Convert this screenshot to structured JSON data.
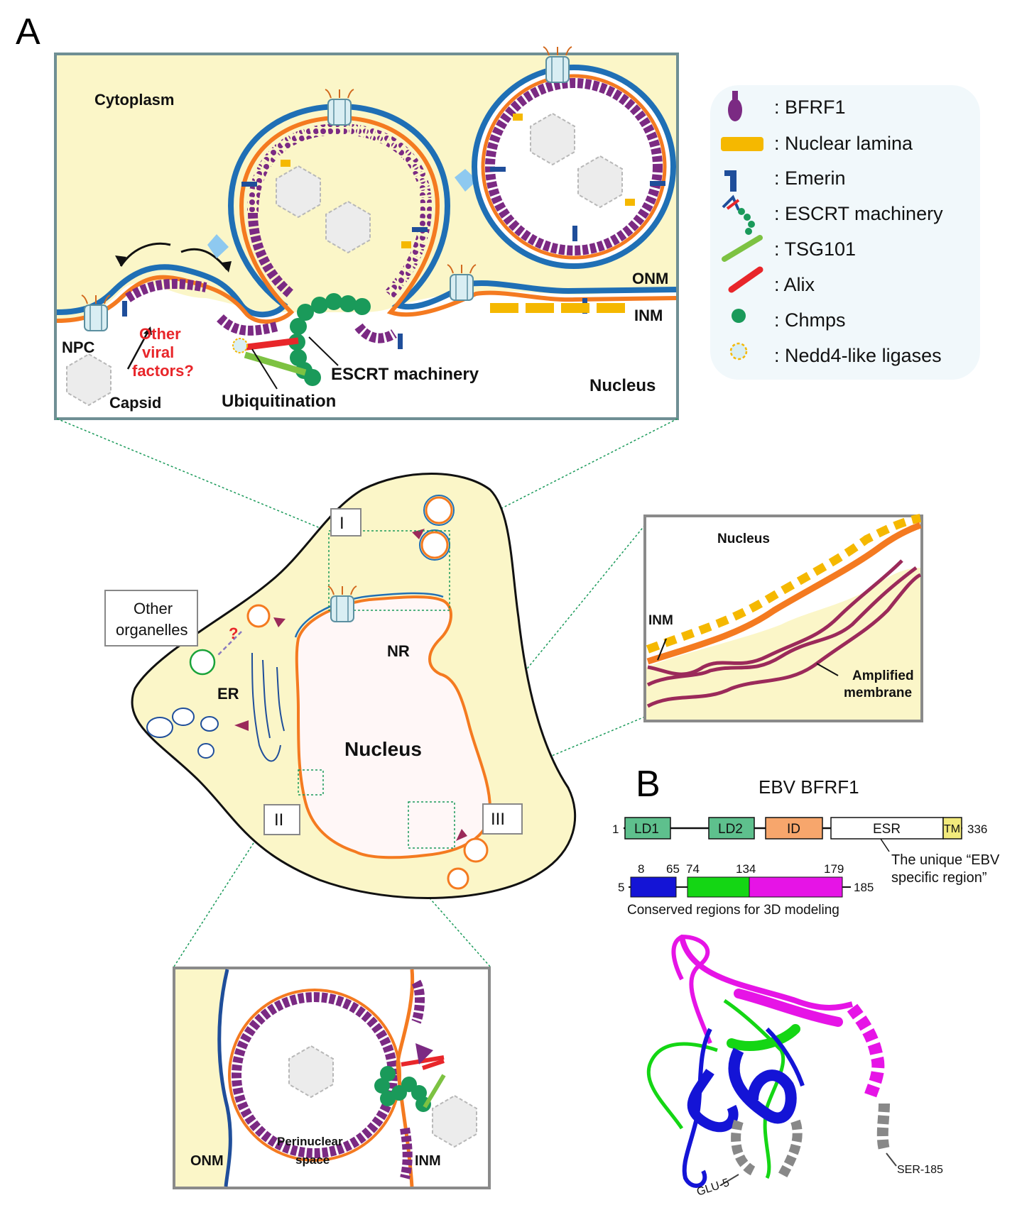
{
  "panelA": {
    "letter": "A",
    "top": {
      "cytoplasm": "Cytoplasm",
      "nucleus": "Nucleus",
      "onm": "ONM",
      "inm": "INM",
      "npc": "NPC",
      "capsid": "Capsid",
      "other_viral_1": "Other",
      "other_viral_2": "viral",
      "other_viral_3": "factors?",
      "escrt": "ESCRT machinery",
      "ubiq": "Ubiquitination"
    },
    "legend": [
      {
        "label": ": BFRF1",
        "icon": "bfrf1-icon",
        "color": "#7b2a83"
      },
      {
        "label": ": Nuclear lamina",
        "icon": "lamina-icon",
        "color": "#f5b800"
      },
      {
        "label": ": Emerin",
        "icon": "emerin-icon",
        "color": "#1f4e9a"
      },
      {
        "label": ": ESCRT machinery",
        "icon": "escrt-icon",
        "color": "#1a9a5a"
      },
      {
        "label": ": TSG101",
        "icon": "tsg101-icon",
        "color": "#7dc242"
      },
      {
        "label": ": Alix",
        "icon": "alix-icon",
        "color": "#e8262a"
      },
      {
        "label": ": Chmps",
        "icon": "chmps-icon",
        "color": "#1a9a5a"
      },
      {
        "label": ": Nedd4-like ligases",
        "icon": "nedd4-icon",
        "color": "#f5b800"
      }
    ],
    "cell": {
      "box_I": "I",
      "box_II": "II",
      "box_III": "III",
      "other_org_1": "Other",
      "other_org_2": "organelles",
      "question": "?",
      "er": "ER",
      "nr": "NR",
      "nucleus": "Nucleus"
    },
    "inset_right": {
      "nucleus": "Nucleus",
      "inm": "INM",
      "amp_1": "Amplified",
      "amp_2": "membrane"
    },
    "inset_bottom": {
      "onm": "ONM",
      "peri_1": "Perinuclear",
      "peri_2": "space",
      "inm": "INM"
    }
  },
  "panelB": {
    "letter": "B",
    "title": "EBV BFRF1",
    "domains": [
      {
        "label": "LD1",
        "color": "#5ec08d"
      },
      {
        "label": "LD2",
        "color": "#5ec08d"
      },
      {
        "label": "ID",
        "color": "#f7a66c"
      },
      {
        "label": "ESR",
        "color": "#ffffff"
      },
      {
        "label": "TM",
        "color": "#f2ea7c"
      }
    ],
    "start": "1",
    "end": "336",
    "esr_note_1": "The unique “EBV",
    "esr_note_2": "specific region”",
    "regions": {
      "start": "5",
      "end": "185",
      "ticks": [
        "8",
        "65",
        "74",
        "134",
        "179"
      ],
      "colors": [
        "#1414d6",
        "#14d614",
        "#e614e6"
      ],
      "caption": "Conserved regions for 3D modeling"
    },
    "structure": {
      "glu": "GLU-5",
      "ser": "SER-185"
    }
  },
  "colors": {
    "cytoplasm": "#fbf6c8",
    "onm": "#1f6fb5",
    "inm": "#f47a20",
    "bfrf1": "#7b2a83",
    "escrt": "#1a9a5a",
    "inset_border": "#6f8f94"
  }
}
